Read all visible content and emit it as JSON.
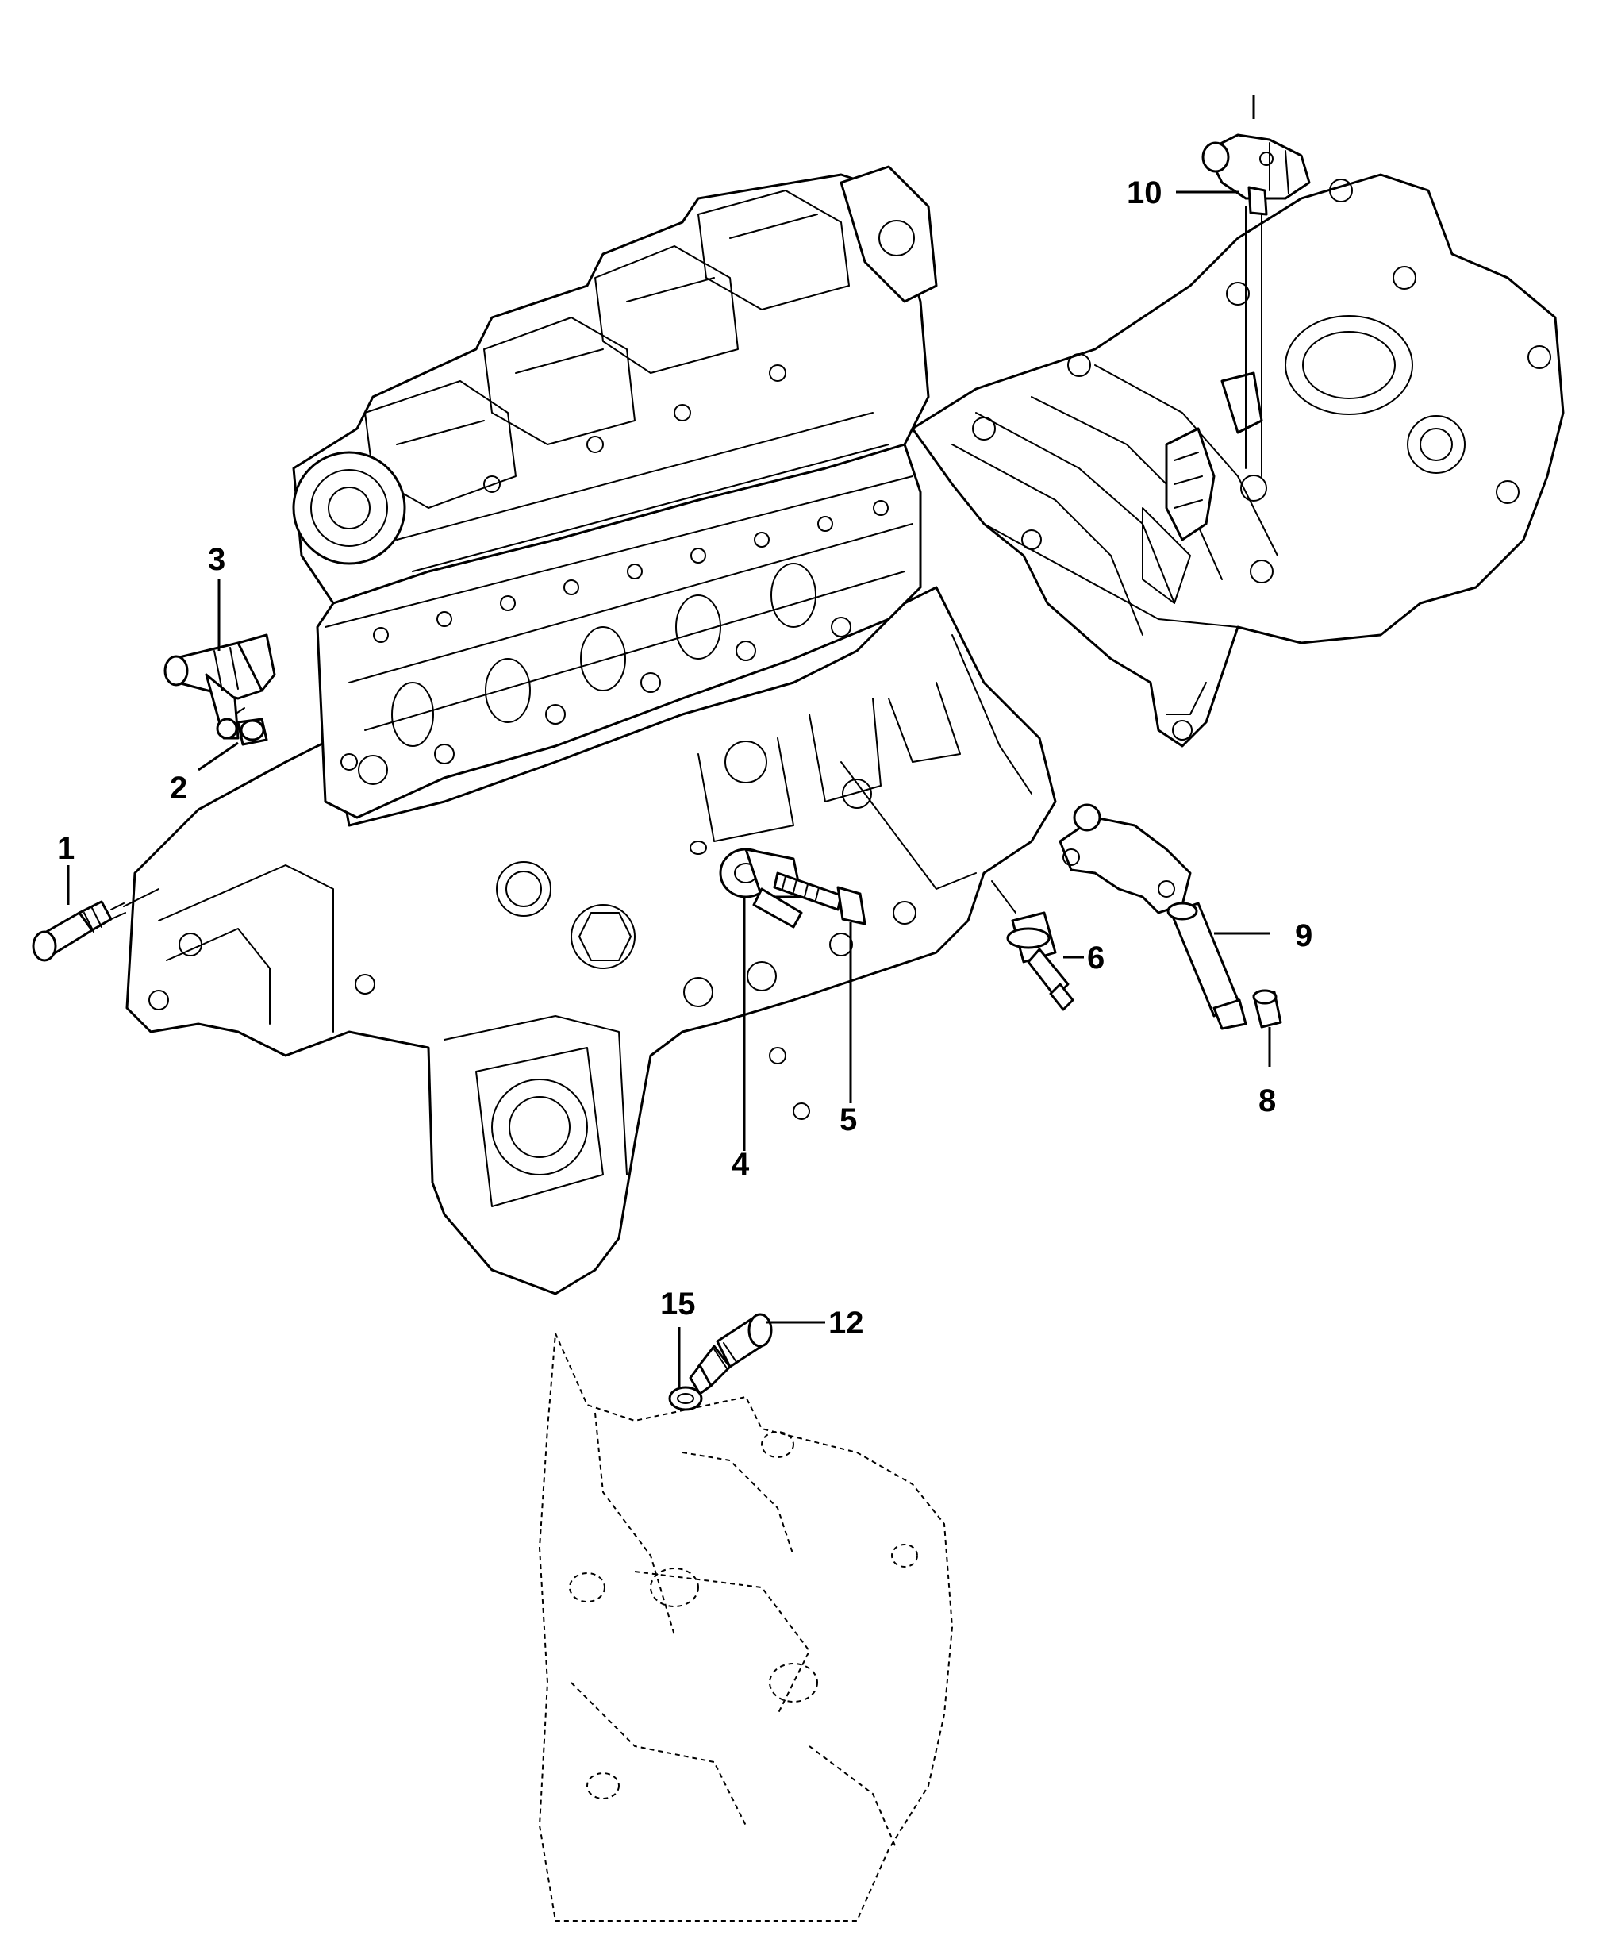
{
  "callouts": {
    "c1": "1",
    "c2": "2",
    "c3": "3",
    "c4": "4",
    "c5": "5",
    "c6": "6",
    "c8": "8",
    "c9": "9",
    "c10": "10",
    "c12": "12",
    "c15": "15"
  }
}
